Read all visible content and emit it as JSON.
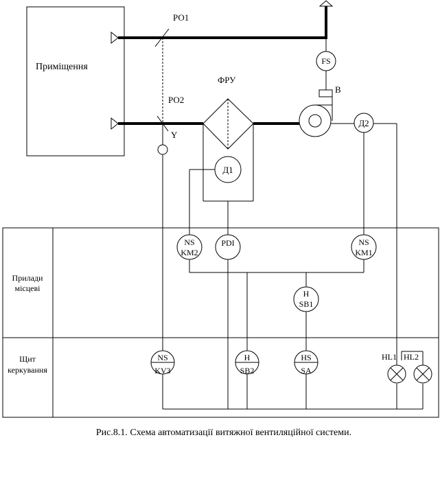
{
  "room_label": "Приміщення",
  "dampers": {
    "ro1": "РО1",
    "ro2": "РО2"
  },
  "filter_label": "ФРУ",
  "valve_label": "Y",
  "fan_drive_label": "B",
  "devices": {
    "fs": "FS",
    "d1": "Д1",
    "d2": "Д2",
    "km2": {
      "top": "NS",
      "bottom": "KM2"
    },
    "pdi": "PDI",
    "km1": {
      "top": "NS",
      "bottom": "KM1"
    },
    "sb1": {
      "top": "H",
      "bottom": "SB1"
    },
    "kv3": {
      "top": "NS",
      "bottom": "KV3"
    },
    "sb2": {
      "top": "H",
      "bottom": "SB2"
    },
    "sa": {
      "top": "HS",
      "bottom": "SA"
    },
    "hl1": "HL1",
    "hl2": "HL2"
  },
  "rows": {
    "local": {
      "line1": "Прилади",
      "line2": "місцеві"
    },
    "panel": {
      "line1": "Щит",
      "line2": "керкування"
    }
  },
  "caption": "Рис.8.1. Схема автоматизації витяжної вентиляційної системи."
}
